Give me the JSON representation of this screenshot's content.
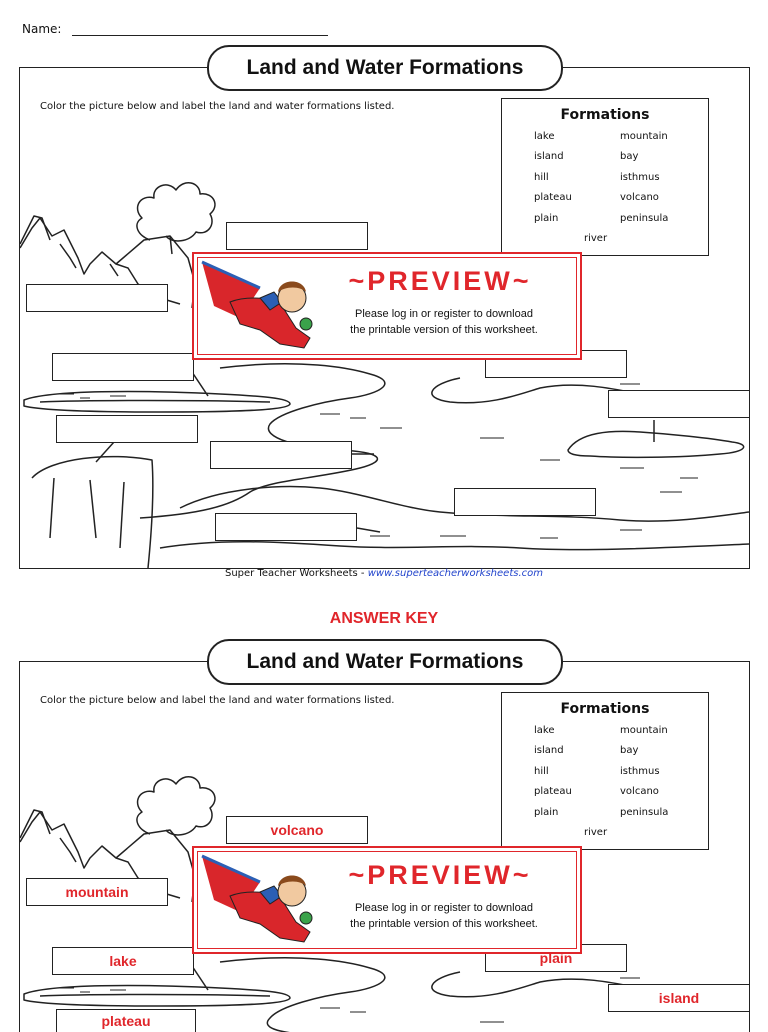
{
  "name_label": "Name:",
  "title": "Land and Water Formations",
  "instructions": "Color the picture below and label the land and water formations listed.",
  "formations": {
    "heading": "Formations",
    "left": [
      "lake",
      "island",
      "hill",
      "plateau",
      "plain"
    ],
    "right": [
      "mountain",
      "bay",
      "isthmus",
      "volcano",
      "peninsula"
    ],
    "extra": "river"
  },
  "preview": {
    "title": "PREVIEW",
    "line1": "Please log in or register to download",
    "line2": "the printable version of this worksheet."
  },
  "footer": {
    "site_name": "Super Teacher Worksheets -",
    "url": "www.superteacherworksheets.com"
  },
  "answer_key_heading": "ANSWER KEY",
  "answers": {
    "volcano": "volcano",
    "mountain": "mountain",
    "lake": "lake",
    "plain": "plain",
    "island": "island",
    "plateau": "plateau"
  },
  "colors": {
    "accent": "#e0262b",
    "link": "#2244cc",
    "ink": "#222222"
  }
}
